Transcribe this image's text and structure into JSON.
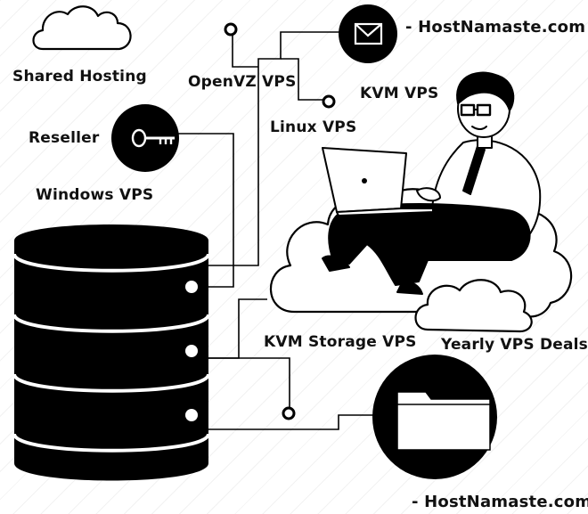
{
  "labels": {
    "shared_hosting": "Shared Hosting",
    "openvz_vps": "OpenVZ VPS",
    "kvm_vps": "KVM VPS",
    "reseller": "Reseller",
    "linux_vps": "Linux VPS",
    "windows_vps": "Windows VPS",
    "kvm_storage_vps": "KVM Storage VPS",
    "yearly_vps_deals": "Yearly VPS Deals",
    "brand_top": "- HostNamaste.com",
    "brand_bottom": "- HostNamaste.com"
  },
  "icons": [
    "cloud-icon",
    "key-icon",
    "envelope-icon",
    "folder-icon",
    "server-icon"
  ],
  "colors": {
    "ink": "#000000",
    "paper": "#ffffff"
  }
}
